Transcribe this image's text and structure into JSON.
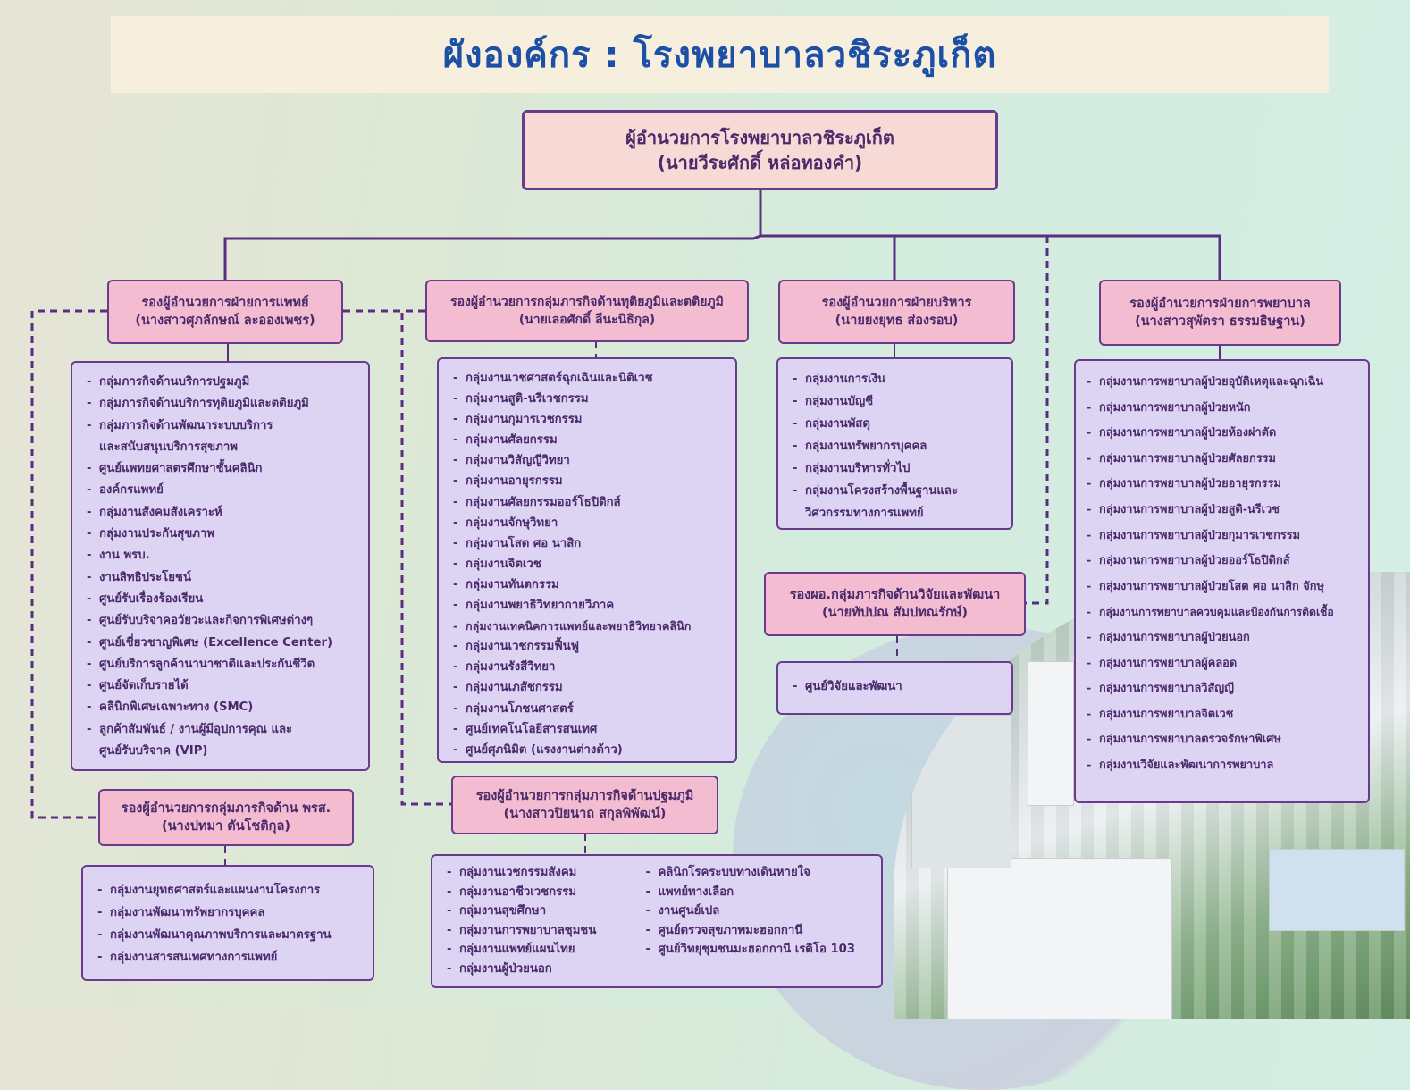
{
  "title": "ผังองค์กร : โรงพยาบาลวชิระภูเก็ต",
  "director": {
    "position": "ผู้อำนวยการโรงพยาบาลวชิระภูเก็ต",
    "name": "(นายวีระศักดิ์ หล่อทองคำ)"
  },
  "medical": {
    "position": "รองผู้อำนวยการฝ่ายการแพทย์",
    "name": "(นางสาวศุภลักษณ์ ละอองเพชร)",
    "items": [
      "กลุ่มภารกิจด้านบริการปฐมภูมิ",
      "กลุ่มภารกิจด้านบริการทุติยภูมิและตติยภูมิ",
      "กลุ่มภารกิจด้านพัฒนาระบบบริการ",
      "และสนับสนุนบริการสุขภาพ",
      "ศูนย์แพทยศาสตรศึกษาชั้นคลินิก",
      "องค์กรแพทย์",
      "กลุ่มงานสังคมสังเคราะห์",
      "กลุ่มงานประกันสุขภาพ",
      "งาน พรบ.",
      "งานสิทธิประโยชน์",
      "ศูนย์รับเรื่องร้องเรียน",
      "ศูนย์รับบริจาคอวัยวะและกิจการพิเศษต่างๆ",
      "ศูนย์เชี่ยวชาญพิเศษ (Excellence Center)",
      "ศูนย์บริการลูกค้านานาชาติและประกันชีวิต",
      "ศูนย์จัดเก็บรายได้",
      "คลินิกพิเศษเฉพาะทาง (SMC)",
      "ลูกค้าสัมพันธ์ / งานผู้มีอุปการคุณ และ",
      "ศูนย์รับบริจาค (VIP)"
    ]
  },
  "secondary": {
    "position": "รองผู้อำนวยการกลุ่มภารกิจด้านทุติยภูมิและตติยภูมิ",
    "name": "(นายเลอศักดิ์ ลีนะนิธิกุล)",
    "items": [
      "กลุ่มงานเวชศาสตร์ฉุกเฉินและนิติเวช",
      "กลุ่มงานสูติ-นรีเวชกรรม",
      "กลุ่มงานกุมารเวชกรรม",
      "กลุ่มงานศัลยกรรม",
      "กลุ่มงานวิสัญญีวิทยา",
      "กลุ่มงานอายุรกรรม",
      "กลุ่มงานศัลยกรรมออร์โธปิดิกส์",
      "กลุ่มงานจักษุวิทยา",
      "กลุ่มงานโสต ศอ นาสิก",
      "กลุ่มงานจิตเวช",
      "กลุ่มงานทันตกรรม",
      "กลุ่มงานพยาธิวิทยากายวิภาค",
      "กลุ่มงานเทคนิคการแพทย์และพยาธิวิทยาคลินิก",
      "กลุ่มงานเวชกรรมฟื้นฟู",
      "กลุ่มงานรังสีวิทยา",
      "กลุ่มงานเภสัชกรรม",
      "กลุ่มงานโภชนศาสตร์",
      "ศูนย์เทคโนโลยีสารสนเทศ",
      "ศูนย์ศุภนิมิต (แรงงานต่างด้าว)"
    ]
  },
  "admin": {
    "position": "รองผู้อำนวยการฝ่ายบริหาร",
    "name": "(นายยงยุทธ ส่องรอบ)",
    "items": [
      "กลุ่มงานการเงิน",
      "กลุ่มงานบัญชี",
      "กลุ่มงานพัสดุ",
      "กลุ่มงานทรัพยากรบุคคล",
      "กลุ่มงานบริหารทั่วไป",
      "กลุ่มงานโครงสร้างพื้นฐานและ",
      "วิศวกรรมทางการแพทย์"
    ]
  },
  "research": {
    "position": "รองผอ.กลุ่มภารกิจด้านวิจัยและพัฒนา",
    "name": "(นายทัปปณ สัมปทณรักษ์)",
    "items": [
      "ศูนย์วิจัยและพัฒนา"
    ]
  },
  "nursing": {
    "position": "รองผู้อำนวยการฝ่ายการพยาบาล",
    "name": "(นางสาวสุพัตรา ธรรมธิษฐาน)",
    "items": [
      "กลุ่มงานการพยาบาลผู้ป่วยอุบัติเหตุและฉุกเฉิน",
      "กลุ่มงานการพยาบาลผู้ป่วยหนัก",
      "กลุ่มงานการพยาบาลผู้ป่วยห้องผ่าตัด",
      "กลุ่มงานการพยาบาลผู้ป่วยศัลยกรรม",
      "กลุ่มงานการพยาบาลผู้ป่วยอายุรกรรม",
      "กลุ่มงานการพยาบาลผู้ป่วยสูติ-นรีเวช",
      "กลุ่มงานการพยาบาลผู้ป่วยกุมารเวชกรรม",
      "กลุ่มงานการพยาบาลผู้ป่วยออร์โธปิดิกส์",
      "กลุ่มงานการพยาบาลผู้ป่วยโสต ศอ นาสิก จักษุ",
      "กลุ่มงานการพยาบาลควบคุมและป้องกันการติดเชื้อ",
      "กลุ่มงานการพยาบาลผู้ป่วยนอก",
      "กลุ่มงานการพยาบาลผู้คลอด",
      "กลุ่มงานการพยาบาลวิสัญญี",
      "กลุ่มงานการพยาบาลจิตเวช",
      "กลุ่มงานการพยาบาลตรวจรักษาพิเศษ",
      "กลุ่มงานวิจัยและพัฒนาการพยาบาล"
    ]
  },
  "network": {
    "position": "รองผู้อำนวยการกลุ่มภารกิจด้าน พรส.",
    "name": "(นางปทมา ตันโชติกุล)",
    "items": [
      "กลุ่มงานยุทธศาสตร์และแผนงานโครงการ",
      "กลุ่มงานพัฒนาทรัพยากรบุคคล",
      "กลุ่มงานพัฒนาคุณภาพบริการและมาตรฐาน",
      "กลุ่มงานสารสนเทศทางการแพทย์"
    ]
  },
  "primary": {
    "position": "รองผู้อำนวยการกลุ่มภารกิจด้านปฐมภูมิ",
    "name": "(นางสาวปิยนาถ สกุลพิพัฒน์)",
    "items_left": [
      "กลุ่มงานเวชกรรมสังคม",
      "กลุ่มงานอาชีวเวชกรรม",
      "กลุ่มงานสุขศึกษา",
      "กลุ่มงานการพยาบาลชุมชน",
      "กลุ่มงานแพทย์แผนไทย",
      "กลุ่มงานผู้ป่วยนอก"
    ],
    "items_right": [
      "คลินิกโรคระบบทางเดินหายใจ",
      "แพทย์ทางเลือก",
      "งานศูนย์เปล",
      "ศูนย์ตรวจสุขภาพมะฮอกกานี",
      "ศูนย์วิทยุชุมชนมะฮอกกานี เรดิโอ 103"
    ]
  },
  "colors": {
    "title": "#1d4fa6",
    "line": "#5a2d82",
    "head_fill": "#f3bcd1",
    "director_fill": "#f7d9d6",
    "list_fill": "#ddd4f4"
  }
}
